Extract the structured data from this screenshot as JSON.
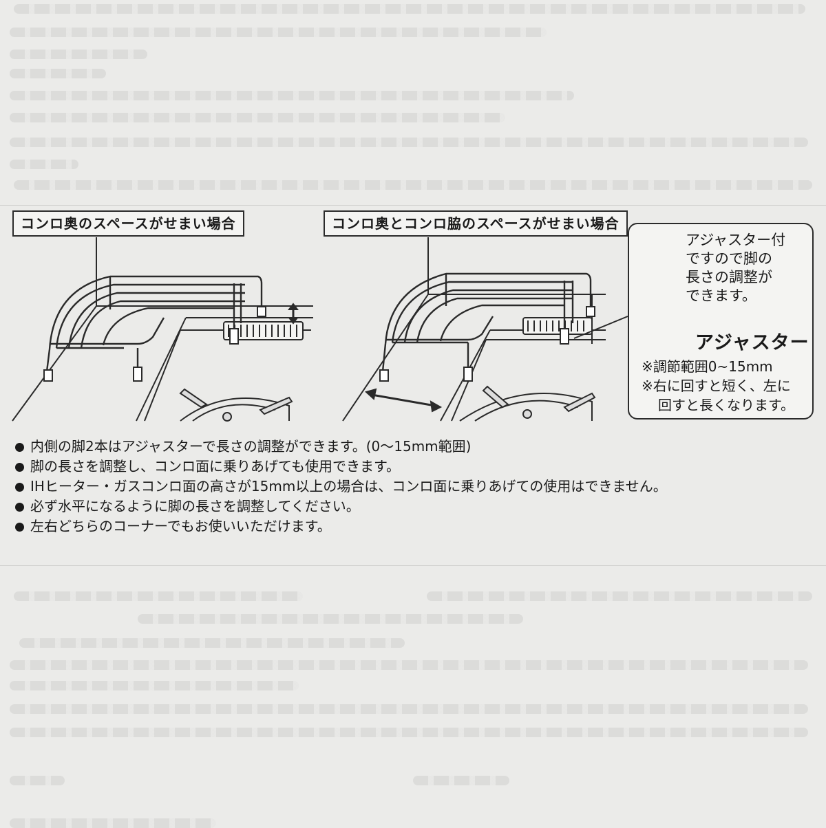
{
  "labels": {
    "left_title": "コンロ奥のスペースがせまい場合",
    "right_title": "コンロ奥とコンロ脇のスペースがせまい場合"
  },
  "callout": {
    "description": "アジャスター付\nですので脚の\n長さの調整が\nできます。",
    "adjuster_label": "アジャスター",
    "notes": [
      "※調節範囲0~15mm",
      "※右に回すと短く、左に",
      "回すと長くなります。"
    ]
  },
  "bullets": [
    "内側の脚2本はアジャスターで長さの調整ができます。(0～15mm範囲)",
    "脚の長さを調整し、コンロ面に乗りあげても使用できます。",
    "IHヒーター・ガスコンロ面の高さが15mm以上の場合は、コンロ面に乗りあげての使用はできません。",
    "必ず水平になるように脚の長さを調整してください。",
    "左右どちらのコーナーでもお使いいただけます。"
  ],
  "colors": {
    "paper": "#ebebe9",
    "ink": "#1a1a1a",
    "box": "#f4f4f2"
  }
}
